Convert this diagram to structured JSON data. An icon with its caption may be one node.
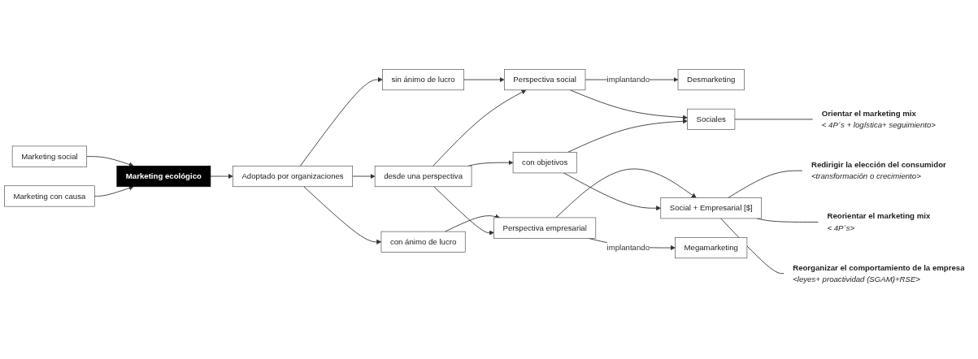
{
  "diagram": {
    "nodes": [
      {
        "text": [
          "Desmarketing"
        ]
      },
      {
        "text": [
          "Marketing social"
        ]
      },
      {
        "text": [
          "sin ánimo de lucro"
        ]
      },
      {
        "text": [
          "Perspectiva social"
        ]
      },
      {
        "text": [
          "Sociales"
        ]
      },
      {
        "text": [
          "Orientar el marketing mix",
          "< 4P´s + logística+ seguimiento>"
        ]
      },
      {
        "text": [
          "Marketing ecológico"
        ]
      },
      {
        "text": [
          "Adoptado por organizaciones"
        ]
      },
      {
        "text": [
          "desde una perspectiva"
        ]
      },
      {
        "text": [
          "con objetivos"
        ]
      },
      {
        "text": [
          "Redirigir la elección del consumidor",
          "<transformación o crecimiento>"
        ]
      },
      {
        "text": [
          "Marketing con causa"
        ]
      },
      {
        "text": [
          "con ánimo de lucro"
        ]
      },
      {
        "text": [
          "Perspectiva empresarial"
        ]
      },
      {
        "text": [
          "Social + Empresarial [$]"
        ]
      },
      {
        "text": [
          "Reorientar el marketing mix",
          "< 4P´s>"
        ]
      },
      {
        "text": [
          "Reorganizar el comportamiento de la empresa",
          "<leyes+ proactividad (SGAM)+RSE>"
        ]
      },
      {
        "text": [
          "Megamarketing"
        ]
      }
    ],
    "edges": [
      {
        "from": 1,
        "to": 6,
        "arrow": "to"
      },
      {
        "from": 11,
        "to": 6,
        "arrow": "to"
      },
      {
        "from": 6,
        "to": 7,
        "arrow": "to"
      },
      {
        "from": 7,
        "to": 2,
        "arrow": "to"
      },
      {
        "from": 7,
        "to": 12,
        "arrow": "to"
      },
      {
        "from": 7,
        "to": 8,
        "arrow": "to"
      },
      {
        "from": 2,
        "to": 3,
        "arrow": "to"
      },
      {
        "from": 12,
        "to": 13,
        "arrow": "to"
      },
      {
        "from": 8,
        "to": 3,
        "arrow": "to"
      },
      {
        "from": 8,
        "to": 13,
        "arrow": "to"
      },
      {
        "from": 8,
        "to": 9,
        "arrow": "to"
      },
      {
        "from": 3,
        "to": 0,
        "label": "implantando",
        "arrow": "to"
      },
      {
        "from": 13,
        "to": 17,
        "label": "implantando",
        "arrow": "to"
      },
      {
        "from": 3,
        "to": 4,
        "arrow": "to"
      },
      {
        "from": 13,
        "to": 14,
        "arrow": "to"
      },
      {
        "from": 9,
        "to": 4,
        "arrow": "to"
      },
      {
        "from": 9,
        "to": 14,
        "arrow": "to"
      },
      {
        "from": 4,
        "to": 5,
        "arrow": "none"
      },
      {
        "from": 14,
        "to": 10,
        "arrow": "none"
      },
      {
        "from": 14,
        "to": 15,
        "arrow": "none"
      },
      {
        "from": 14,
        "to": 16,
        "arrow": "none"
      }
    ]
  }
}
